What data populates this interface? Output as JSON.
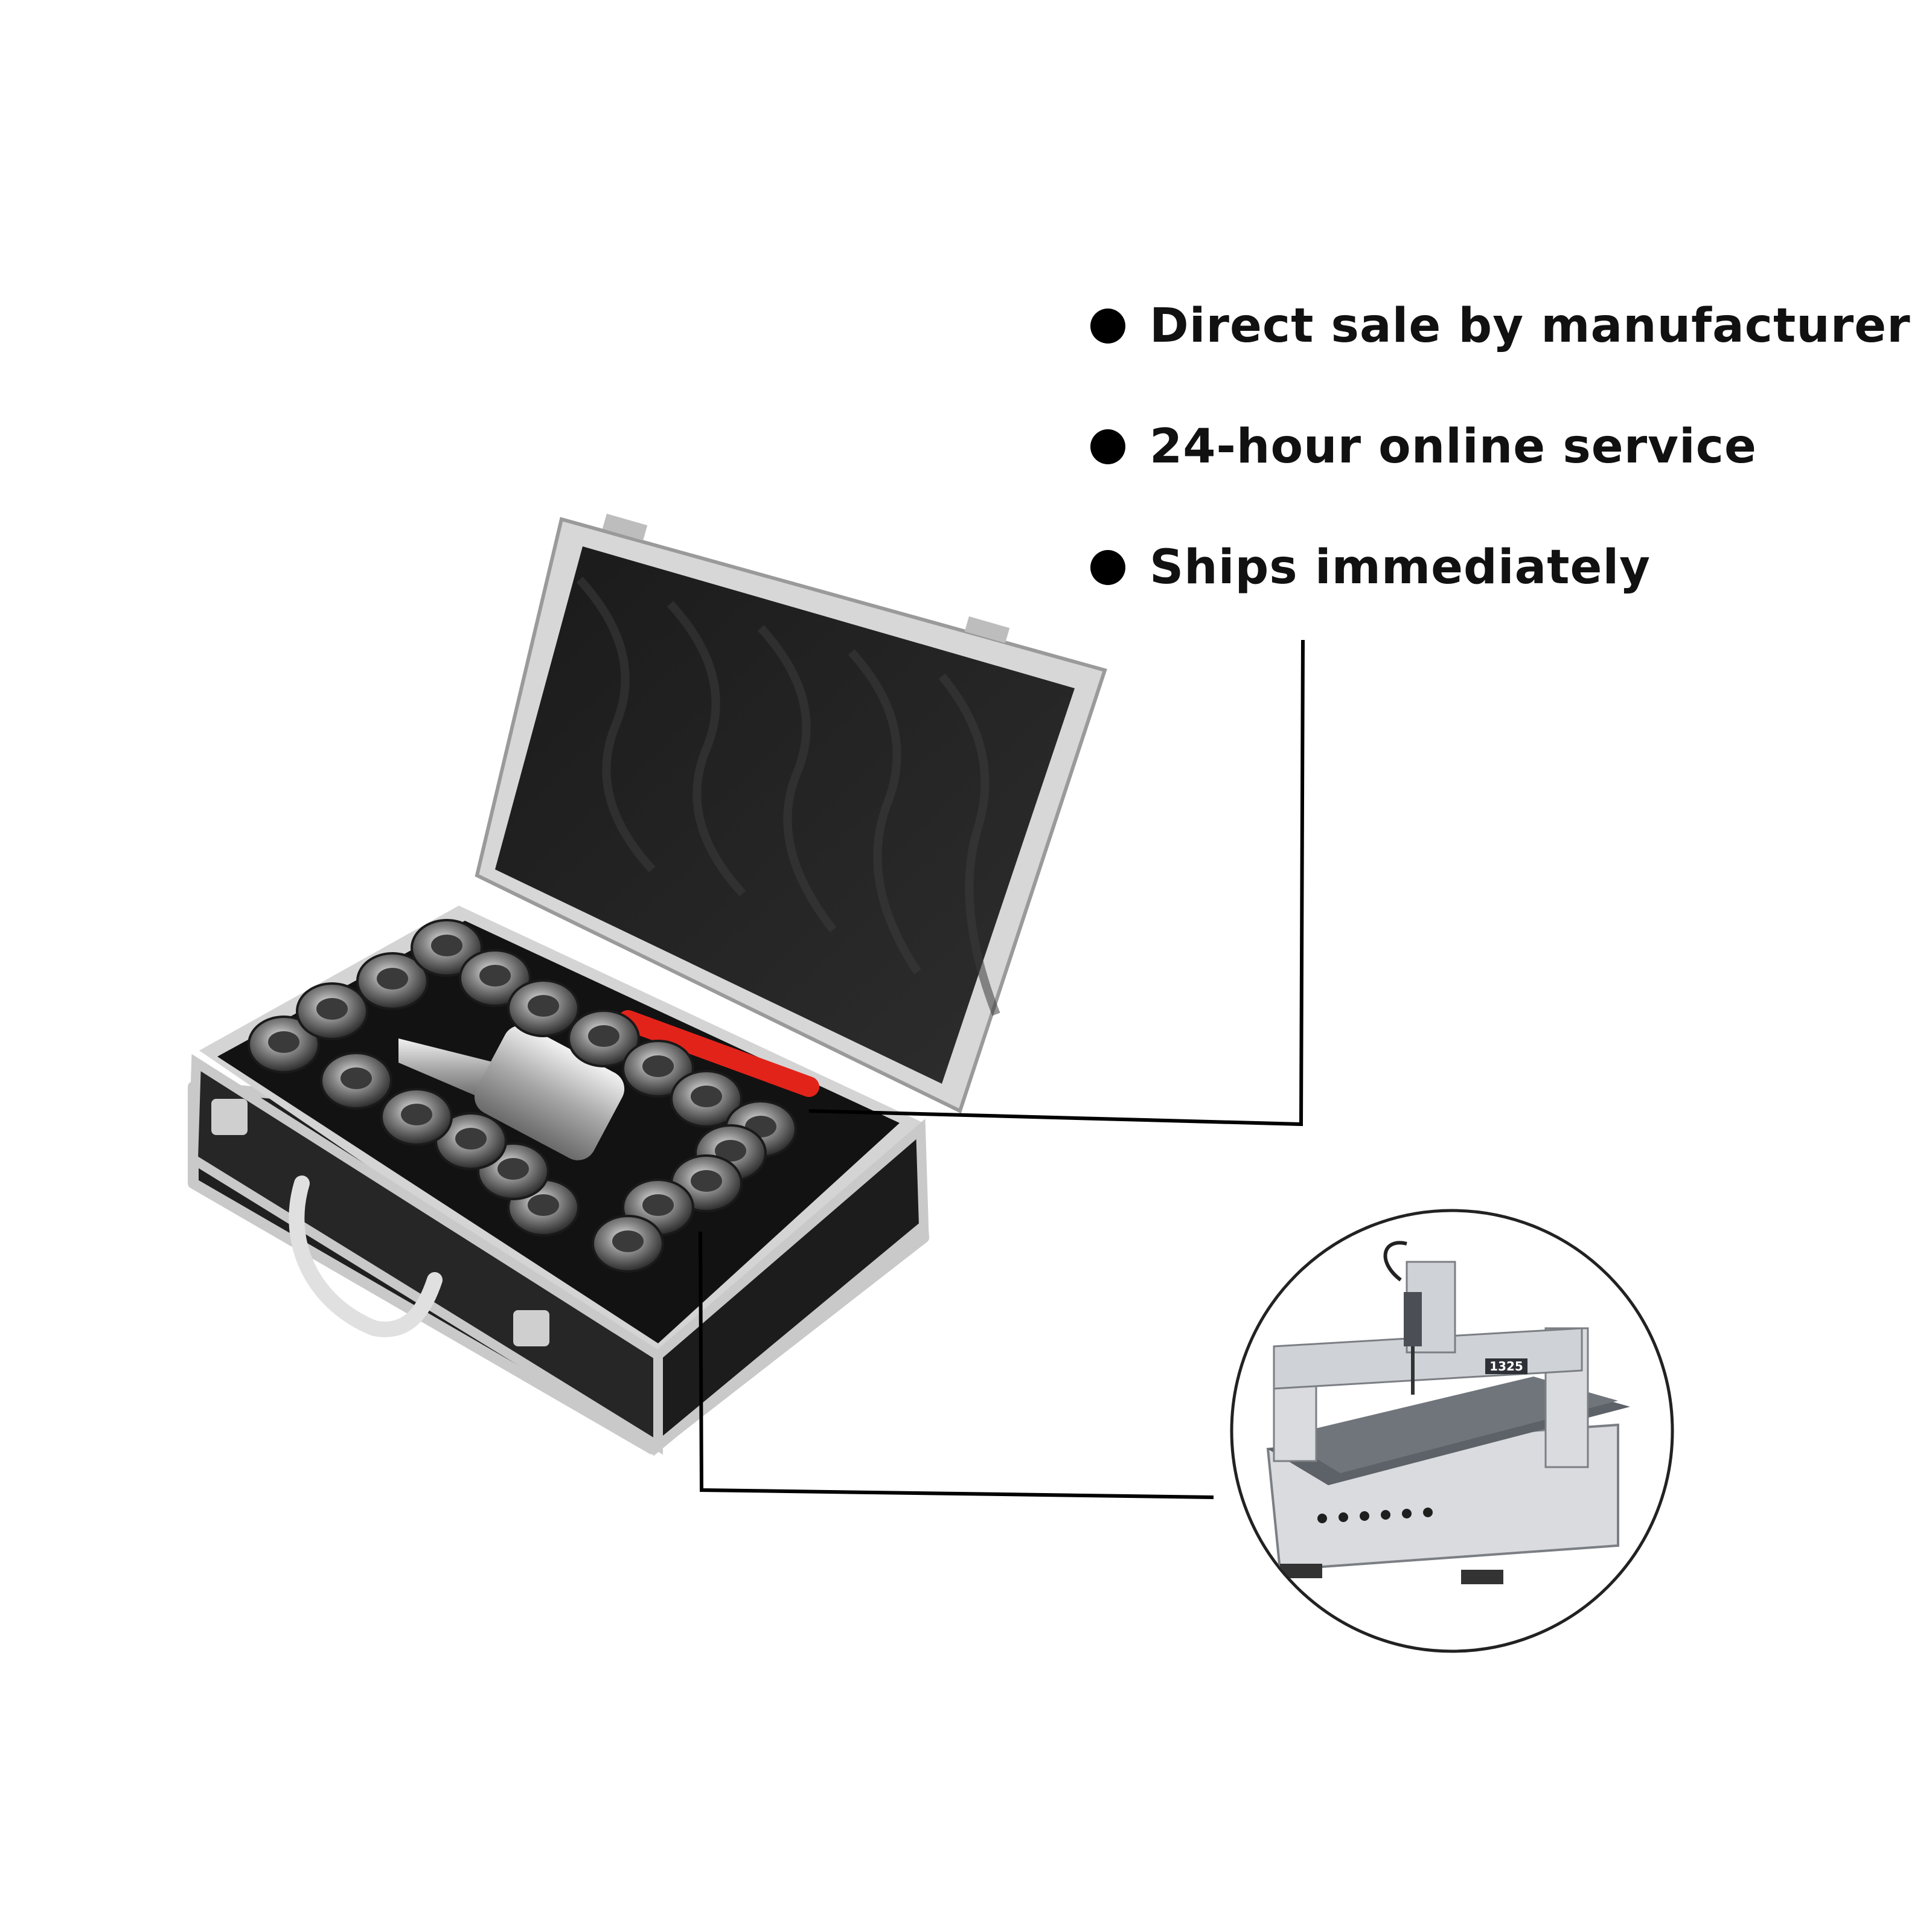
{
  "features": [
    {
      "text": "Direct sale by manufacturer"
    },
    {
      "text": "24-hour online service"
    },
    {
      "text": "Ships immediately"
    }
  ],
  "images": {
    "toolkit": {
      "icon": "collet-toolkit-case-image"
    },
    "machine": {
      "icon": "cnc-router-machine-image",
      "plate_text": "1325"
    }
  },
  "colors": {
    "background": "#ffffff",
    "text": "#111111",
    "case_body": "#2a2a2a",
    "case_trim": "#cfcfcf",
    "wrench_handle": "#e2231a",
    "machine_frame": "#d9dbde"
  }
}
